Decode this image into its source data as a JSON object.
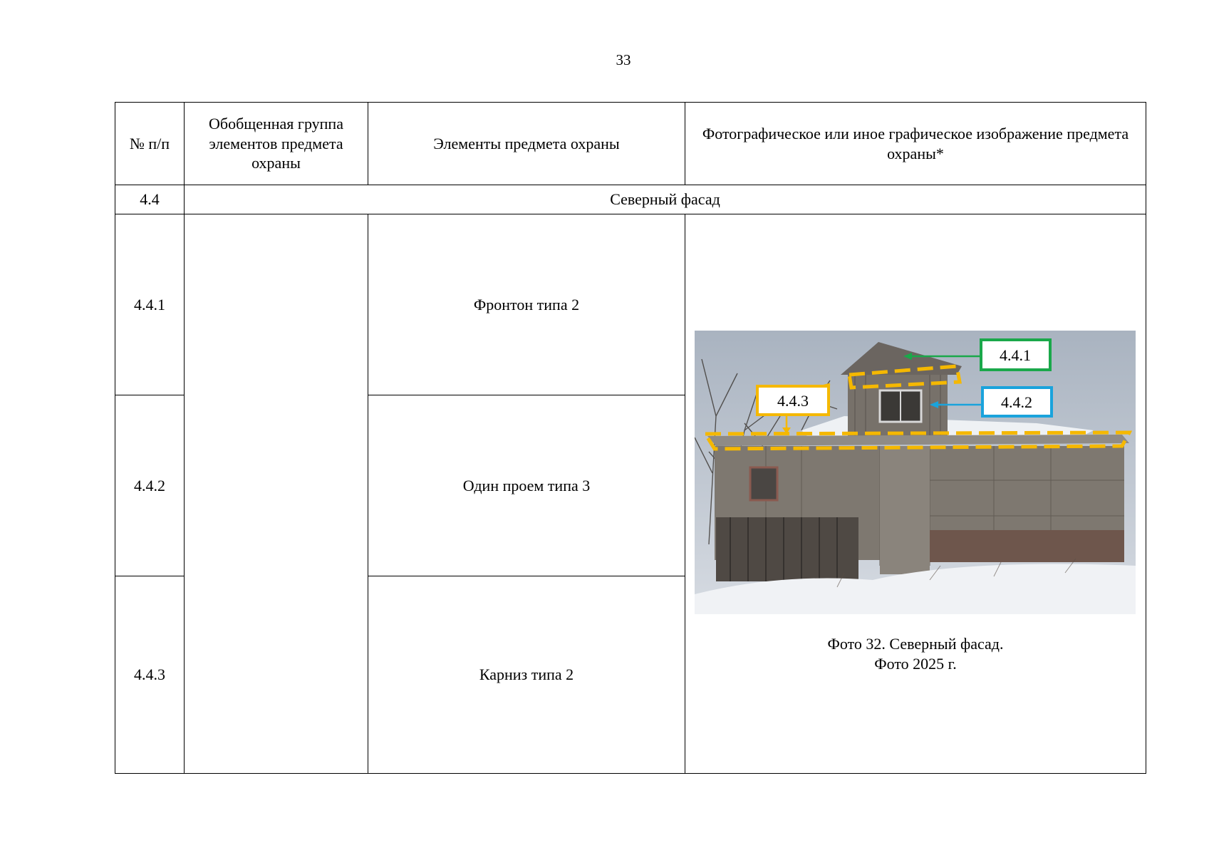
{
  "page_number": "33",
  "table": {
    "headers": {
      "num": "№ п/п",
      "group": "Обобщенная группа элементов предмета охраны",
      "elements": "Элементы предмета охраны",
      "image": "Фотографическое или иное графическое изображение предмета охраны*"
    },
    "section": {
      "num": "4.4",
      "title": "Северный фасад"
    },
    "rows": [
      {
        "num": "4.4.1",
        "element": "Фронтон типа 2"
      },
      {
        "num": "4.4.2",
        "element": "Один проем типа 3"
      },
      {
        "num": "4.4.3",
        "element": "Карниз типа 2"
      }
    ]
  },
  "photo": {
    "callouts": [
      {
        "label": "4.4.1",
        "color": "#1aa84a"
      },
      {
        "label": "4.4.2",
        "color": "#1aa3dc"
      },
      {
        "label": "4.4.3",
        "color": "#f5b800"
      }
    ],
    "caption_line1": "Фото 32. Северный фасад.",
    "caption_line2": "Фото 2025 г."
  }
}
